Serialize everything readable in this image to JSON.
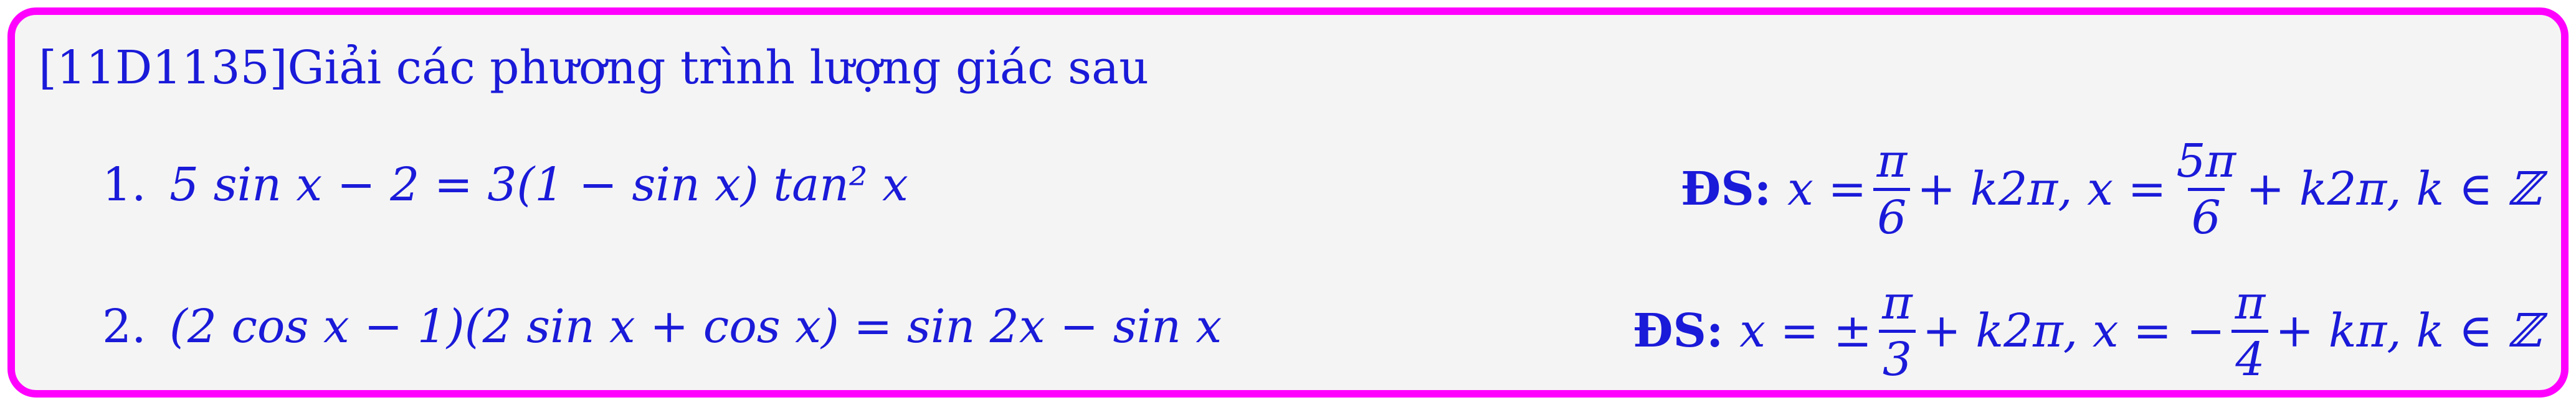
{
  "problem": {
    "title": "[11D1135]Giải các phương trình lượng giác sau"
  },
  "items": [
    {
      "number": "1.",
      "equation": "5 sin x − 2 = 3(1 − sin x) tan² x",
      "answer_label": "ĐS:",
      "answer_prefix": "x =",
      "frac1_num": "π",
      "frac1_den": "6",
      "answer_mid": "+ k2π, x =",
      "frac2_num": "5π",
      "frac2_den": "6",
      "answer_suffix": "+ k2π, k ∈ ℤ"
    },
    {
      "number": "2.",
      "equation": "(2 cos x − 1)(2 sin x + cos x) = sin 2x − sin x",
      "answer_label": "ĐS:",
      "answer_prefix": "x = ±",
      "frac1_num": "π",
      "frac1_den": "3",
      "answer_mid": "+ k2π, x = −",
      "frac2_num": "π",
      "frac2_den": "4",
      "answer_suffix": "+ kπ, k ∈ ℤ"
    }
  ],
  "colors": {
    "border": "#ff00ff",
    "text": "#1a1ad9",
    "background": "#f4f4f4"
  }
}
